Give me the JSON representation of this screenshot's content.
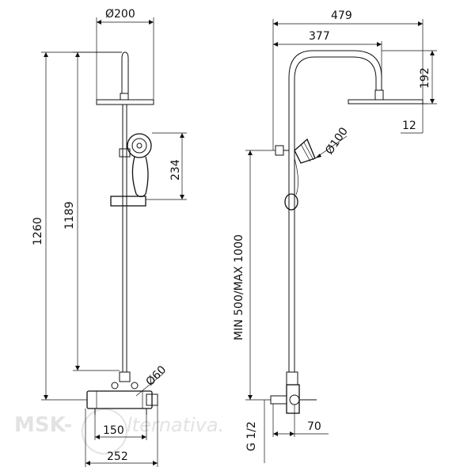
{
  "dimensions": {
    "d200": "Ø200",
    "d1260": "1260",
    "d1189": "1189",
    "d234": "234",
    "d60": "Ø60",
    "d150": "150",
    "d252": "252",
    "d479": "479",
    "d377": "377",
    "d192": "192",
    "d12": "12",
    "d100": "Ø100",
    "height_range": "MIN 500/MAX 1000",
    "thread": "G 1/2",
    "d70": "70"
  },
  "watermark": {
    "brand": "MSK-",
    "tail": "lternativa."
  }
}
